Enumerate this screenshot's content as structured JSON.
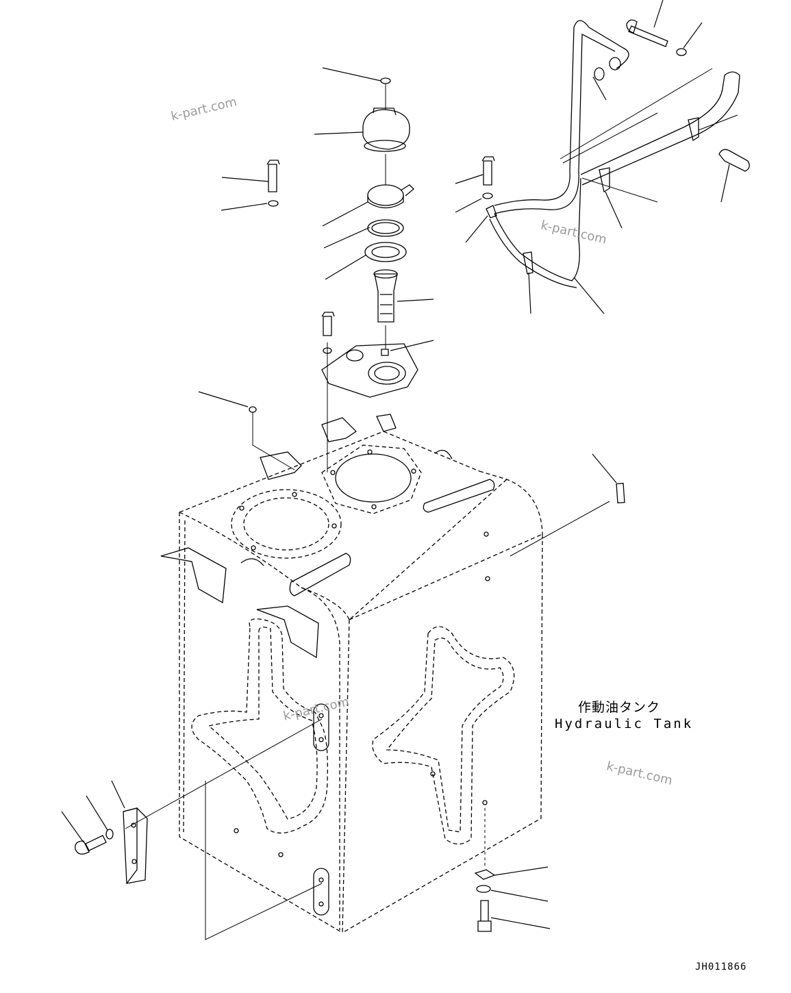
{
  "title": {
    "japanese": "作動油タンク",
    "english": "Hydraulic Tank"
  },
  "drawing_code": "JH011866",
  "watermarks": [
    "k-part.com",
    "k-part.com",
    "k-part.com",
    "k-part.com"
  ],
  "colors": {
    "line": "#000000",
    "watermark": "#9a9a9a",
    "background": "#ffffff"
  }
}
